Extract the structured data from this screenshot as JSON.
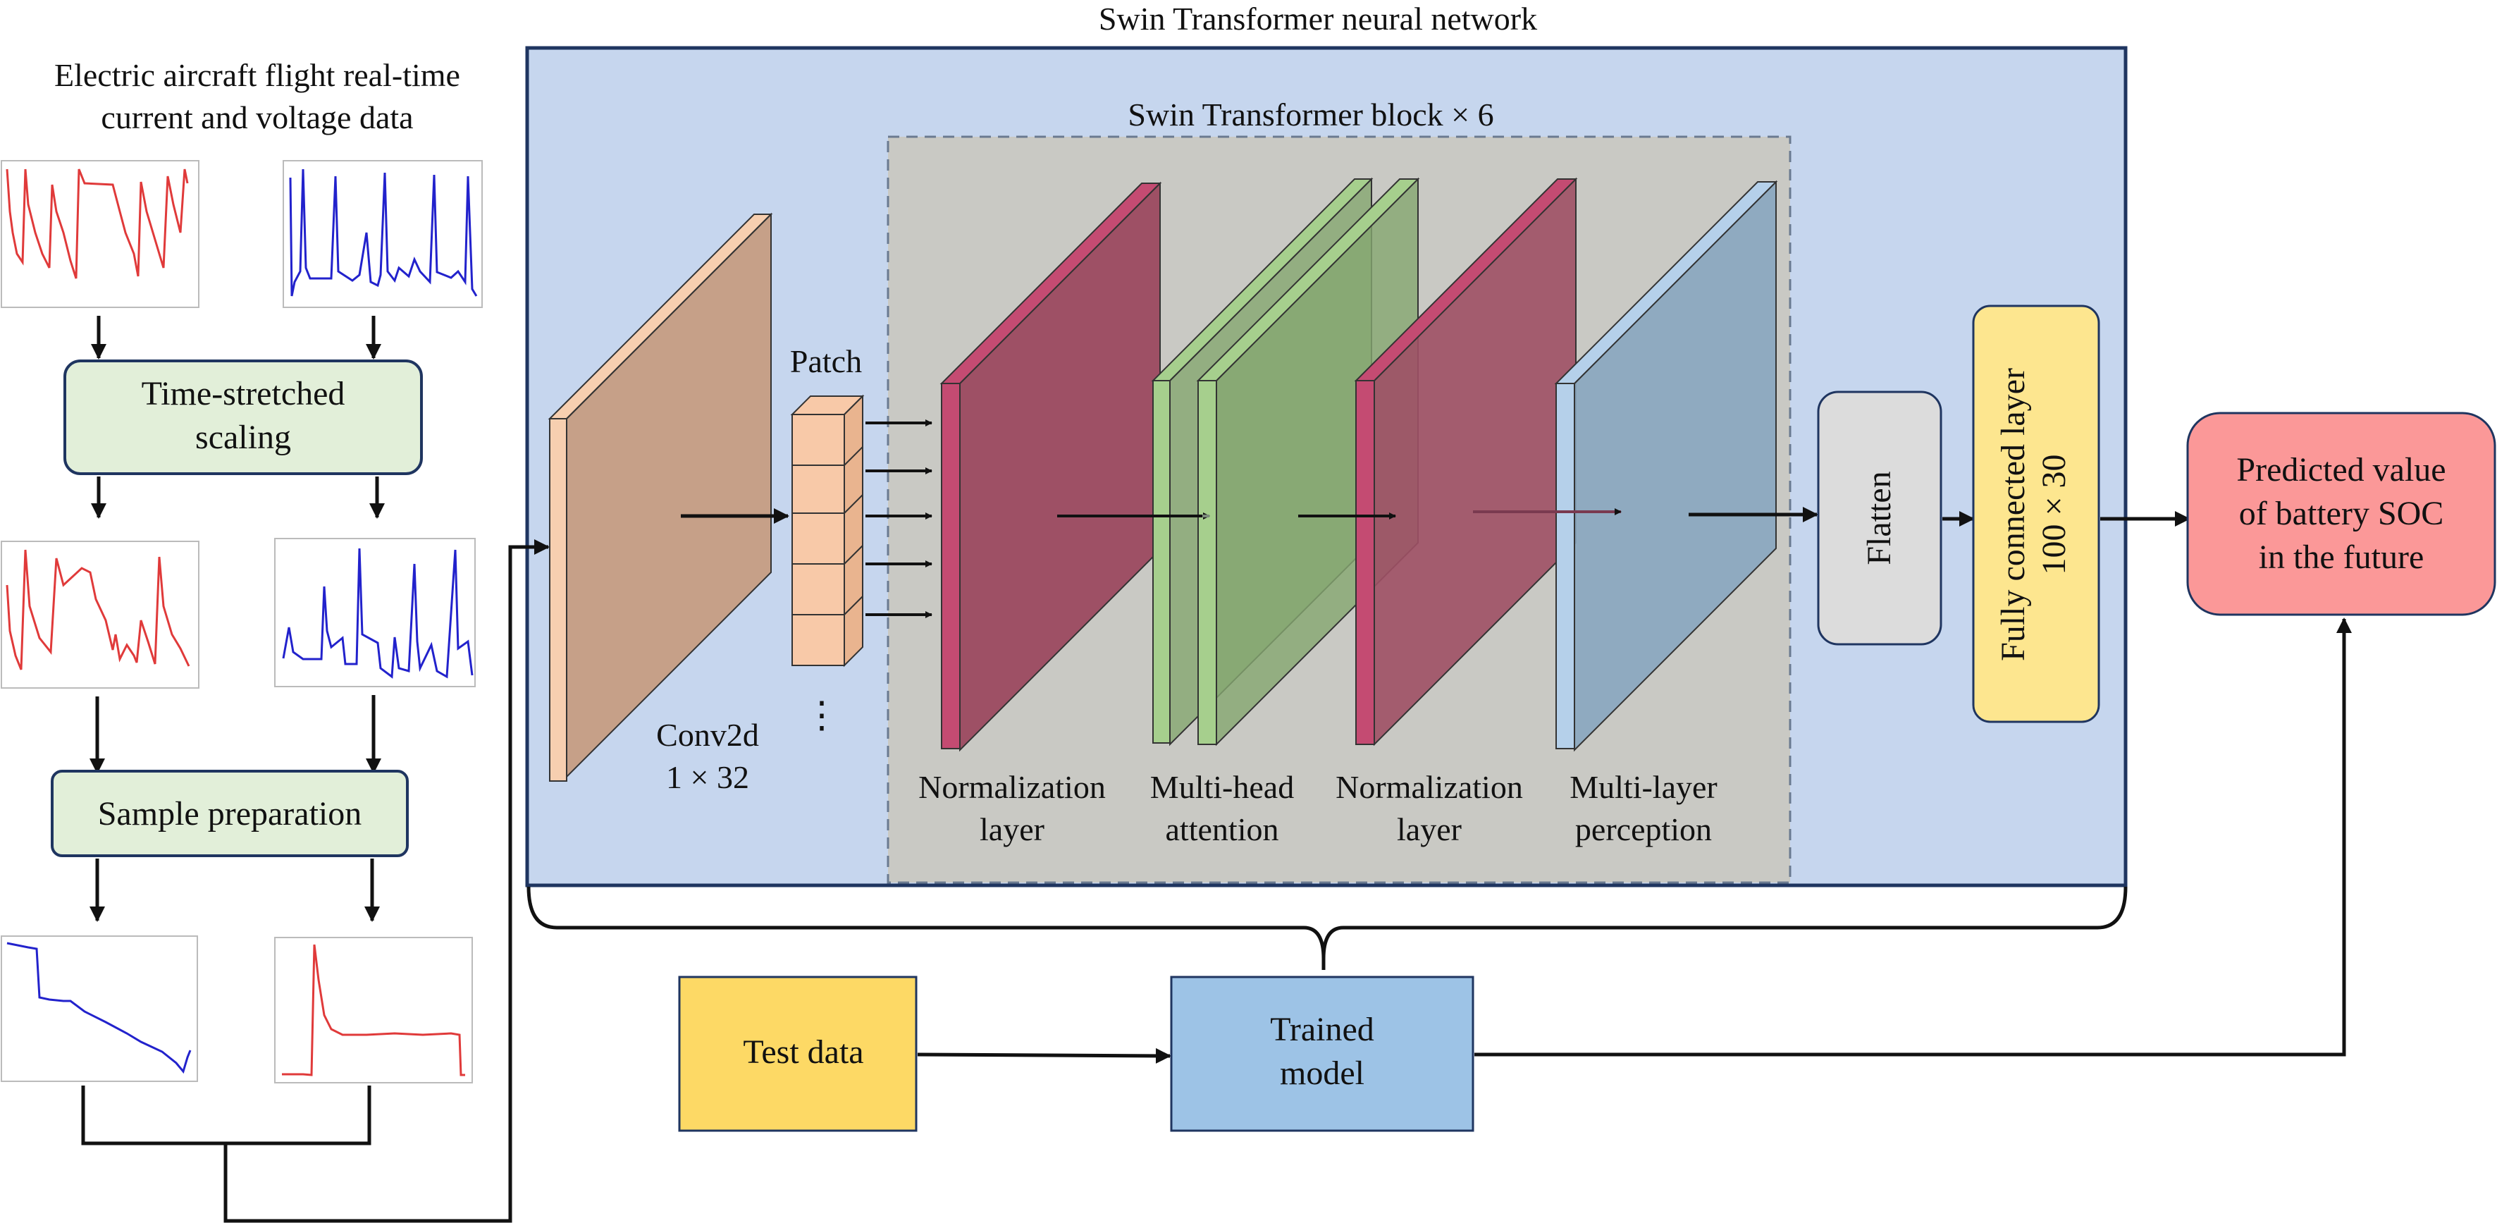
{
  "title": "Swin Transformer neural network",
  "block_title": "Swin Transformer block × 6",
  "input_heading": [
    "Electric aircraft flight real-time",
    "current and voltage data"
  ],
  "steps": {
    "time_stretch": [
      "Time-stretched",
      "scaling"
    ],
    "sample_prep": "Sample preparation"
  },
  "layers": {
    "patch": "Patch",
    "ellipsis": "⋮",
    "conv": [
      "Conv2d",
      "1 × 32"
    ],
    "norm1": [
      "Normalization",
      "layer"
    ],
    "mha": [
      "Multi-head",
      "attention"
    ],
    "norm2": [
      "Normalization",
      "layer"
    ],
    "mlp": [
      "Multi-layer",
      "perception"
    ],
    "flatten": "Flatten",
    "fc": [
      "Fully connected layer",
      "100 × 30"
    ]
  },
  "output": [
    "Predicted value",
    "of battery SOC",
    "in the future"
  ],
  "test_data": "Test data",
  "trained_model": [
    "Trained",
    "model"
  ],
  "colors": {
    "network_bg": "#c6d6ee",
    "network_border": "#1f3560",
    "block_bg": "#c9c9c4",
    "conv": "#c6a088",
    "conv_edge": "#f7cfb0",
    "patch": "#f8c9a8",
    "norm": "#9e5065",
    "norm_edge": "#c44b72",
    "mha": "#86a870",
    "mha_edge": "#a6cf8d",
    "mlp": "#8aa7bf",
    "mlp_edge": "#b5d0ea",
    "flatten": "#dcdcdc",
    "fc": "#fde68f",
    "output": "#fb9898",
    "test_data": "#fdd965",
    "trained_model": "#9dc3e6",
    "step_box": "#e2efd9",
    "current_signal": "#e03a3a",
    "voltage_signal": "#2222cc"
  }
}
